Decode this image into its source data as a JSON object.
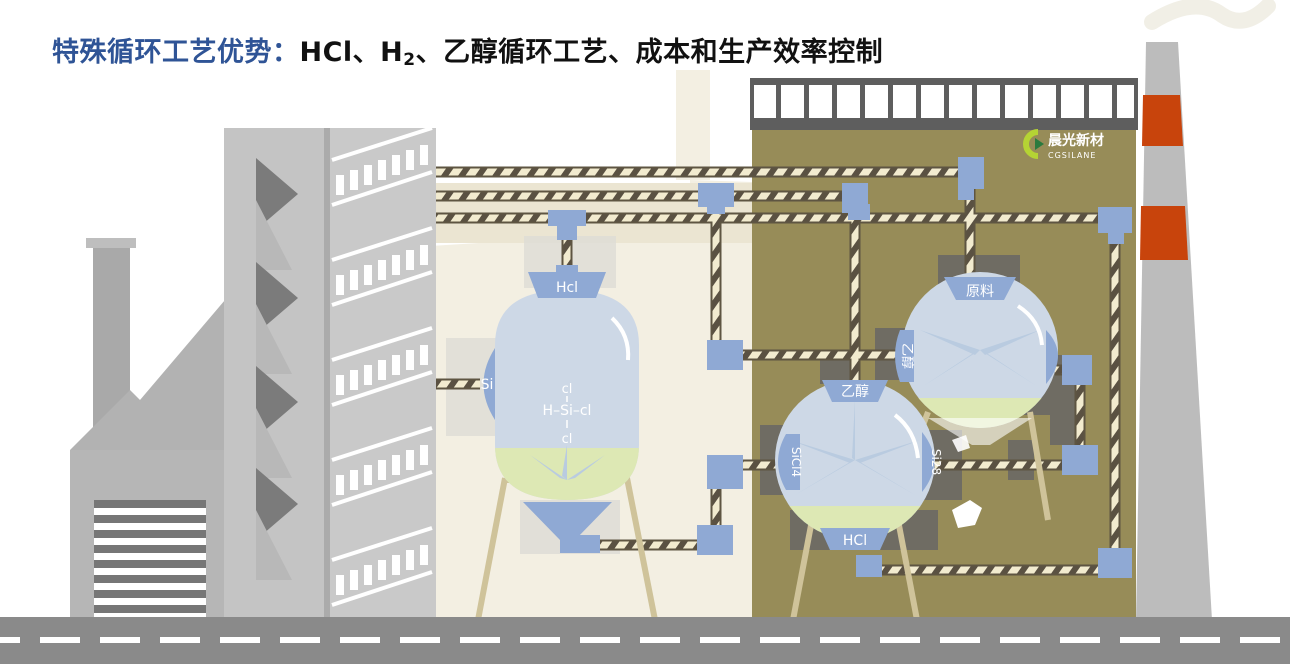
{
  "title": {
    "prefix": "特殊循环工艺优势：",
    "part1": "HCl、H",
    "sub": "2",
    "part2": "、乙醇循环工艺、成本和生产效率控制"
  },
  "logo": {
    "name": "晨光新材",
    "subtext": "CGSILANE"
  },
  "reactor_main": {
    "top_port": "Hcl",
    "side_port": "Si",
    "formula": {
      "top": "cl",
      "middle": "H–Si–cl",
      "bottom": "cl"
    }
  },
  "reactor_left": {
    "top_port": "乙醇",
    "left_port": "SiCl4",
    "right_port": "Si28",
    "bottom_port": "HCl"
  },
  "reactor_right": {
    "top_port": "原料",
    "left_port": "乙醇"
  },
  "colors": {
    "title_blue": "#2f5496",
    "plant_bg": "#978c58",
    "vessel": "#cdd8e6",
    "port": "#8fa9d4",
    "liquid": "#dde8b4",
    "stack_red": "#c8440c",
    "road": "#8a8a8a"
  }
}
